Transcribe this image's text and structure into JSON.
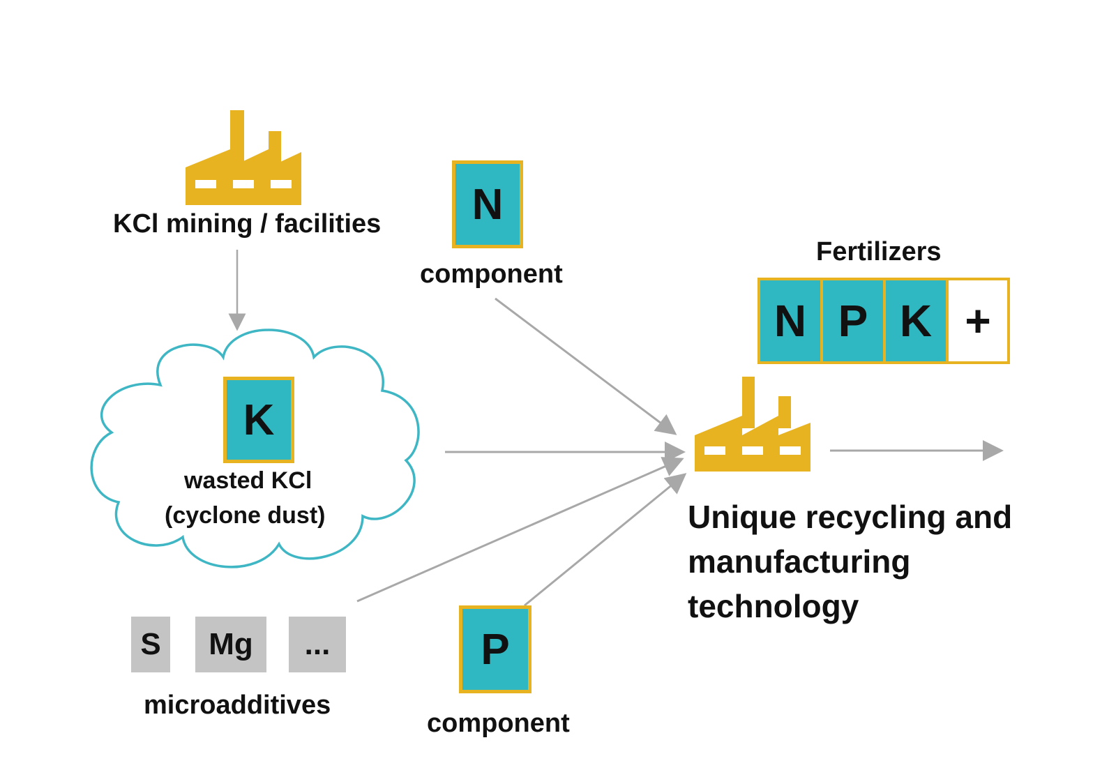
{
  "colors": {
    "teal": "#2fb8c1",
    "gold": "#e8b320",
    "grey": "#c4c4c4",
    "arrow": "#a8a8a8",
    "cloud_outline": "#3fb6c4"
  },
  "icons": [
    "factory-icon",
    "cloud-shape",
    "arrow"
  ],
  "source": {
    "label": "KCl mining / facilities"
  },
  "cloud": {
    "tile": "K",
    "label_line1": "wasted KCl",
    "label_line2": "(cyclone dust)"
  },
  "n_component": {
    "tile": "N",
    "label": "component"
  },
  "p_component": {
    "tile": "P",
    "label": "component"
  },
  "microadditives": {
    "tiles": [
      "S",
      "Mg",
      "..."
    ],
    "label": "microadditives"
  },
  "fertilizers": {
    "title": "Fertilizers",
    "cells": [
      "N",
      "P",
      "K",
      "+"
    ]
  },
  "plant": {
    "label_lines": [
      "Unique recycling and",
      "manufacturing",
      "technology"
    ]
  }
}
